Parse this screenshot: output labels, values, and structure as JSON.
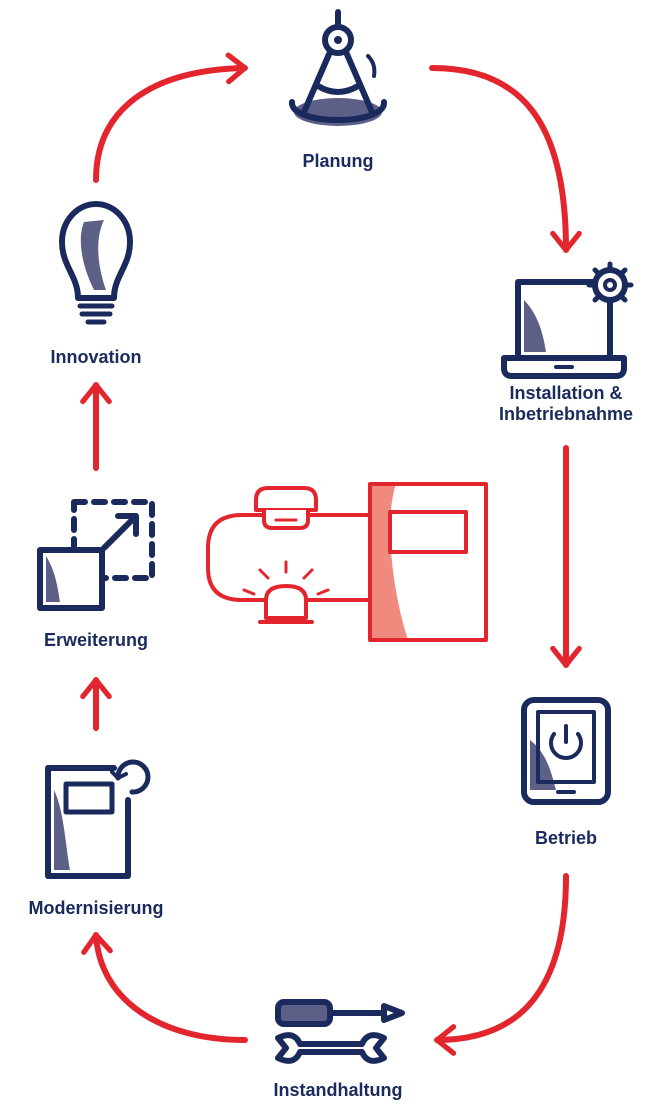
{
  "colors": {
    "navy": "#1b2a5c",
    "navy_shade": "#5c5f86",
    "red": "#e3262e",
    "red_light": "#f08a7e",
    "white": "#ffffff"
  },
  "cycle": {
    "steps": [
      {
        "id": "planung",
        "label": "Planung",
        "icon": "drafting-compass-icon"
      },
      {
        "id": "installation",
        "label": "Installation &\nInbetriebnahme",
        "icon": "laptop-gear-icon"
      },
      {
        "id": "betrieb",
        "label": "Betrieb",
        "icon": "tablet-power-icon"
      },
      {
        "id": "instandhaltung",
        "label": "Instandhaltung",
        "icon": "tools-screwdriver-wrench-icon"
      },
      {
        "id": "modernisierung",
        "label": "Modernisierung",
        "icon": "panel-refresh-icon"
      },
      {
        "id": "erweiterung",
        "label": "Erweiterung",
        "icon": "expand-arrow-icon"
      },
      {
        "id": "innovation",
        "label": "Innovation",
        "icon": "light-bulb-icon"
      }
    ],
    "center": {
      "icon": "fire-alarm-system-icon"
    }
  }
}
